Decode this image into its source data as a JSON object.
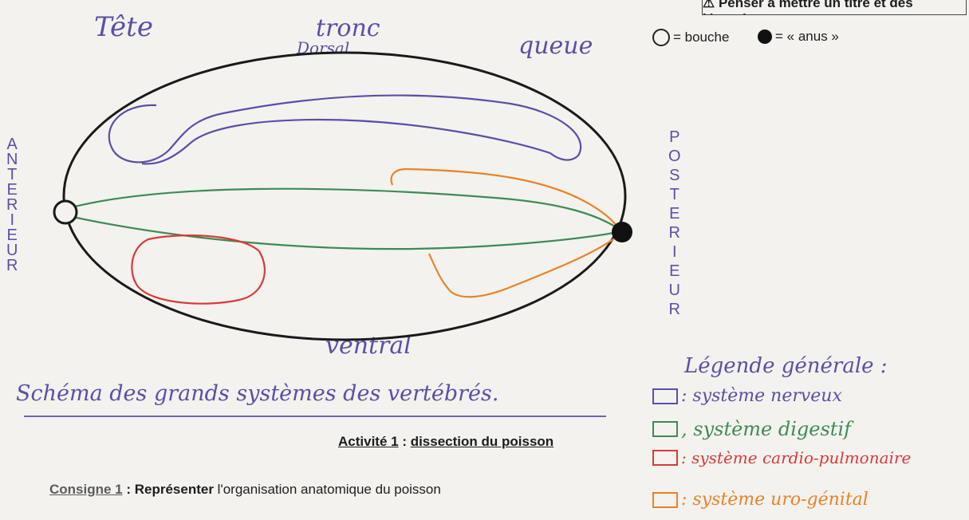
{
  "header_note": "⚠ Penser à mettre un titre et des légendes",
  "symbols": {
    "mouth_label": "= bouche",
    "anus_label": "= « anus »"
  },
  "annotations": {
    "head": "Tête",
    "trunk": "tronc",
    "dorsal": "Dorsal",
    "tail": "queue",
    "ventral": "ventral",
    "anterior_letters": [
      "A",
      "N",
      "T",
      "E",
      "R",
      "I",
      "E",
      "U",
      "R"
    ],
    "posterior_letters": [
      "P",
      "O",
      "S",
      "T",
      "E",
      "R",
      "I",
      "E",
      "U",
      "R"
    ]
  },
  "title": "Schéma des grands systèmes des vertébrés.",
  "activity": {
    "label": "Activité 1",
    "separator": " : ",
    "subject": "dissection du poisson"
  },
  "instruction": {
    "label": "Consigne 1",
    "separator": " : ",
    "verb": "Représenter",
    "text": " l'organisation anatomique du poisson"
  },
  "legend": {
    "title": "Légende générale :",
    "items": [
      {
        "text": ": système nerveux",
        "color": "#5b4fa6"
      },
      {
        "text": ", système digestif",
        "color": "#3f8a55"
      },
      {
        "text": ": système cardio-pulmonaire",
        "color": "#d83a3a"
      },
      {
        "text": ": système uro-génital",
        "color": "#e8832a"
      }
    ]
  },
  "colors": {
    "nervous": "#5b4fa6",
    "digestive": "#3f8a55",
    "cardio": "#d83a3a",
    "uro": "#e8832a",
    "ink": "#1a1a1a"
  }
}
